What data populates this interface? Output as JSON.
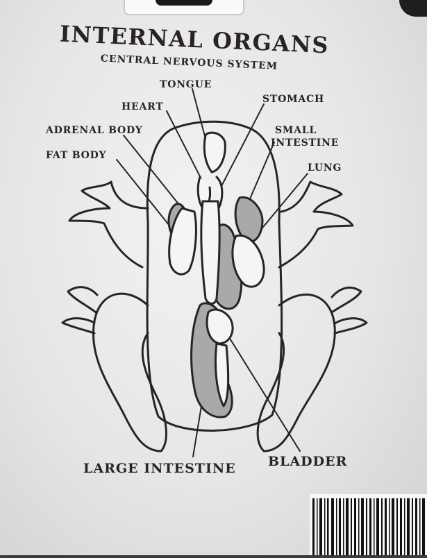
{
  "title": "INTERNAL ORGANS",
  "subtitle": "CENTRAL NERVOUS SYSTEM",
  "labels": {
    "tongue": "TONGUE",
    "heart": "HEART",
    "adrenal_body": "ADRENAL BODY",
    "fat_body": "FAT BODY",
    "stomach": "STOMACH",
    "small_intestine_1": "SMALL",
    "small_intestine_2": "INTESTINE",
    "lung": "LUNG",
    "large_intestine": "LARGE INTESTINE",
    "bladder": "BLADDER"
  },
  "colors": {
    "ink": "#2a2323",
    "organ_fill": "#a9a9a9",
    "paper": "#ececec"
  }
}
